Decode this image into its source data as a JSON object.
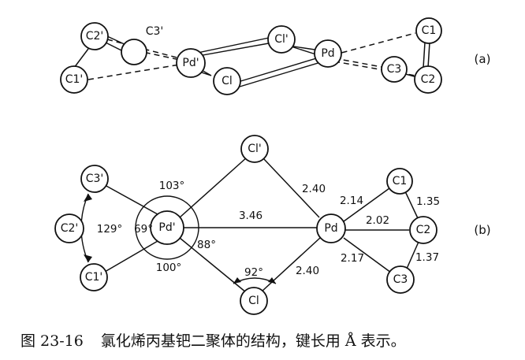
{
  "caption": {
    "figure_number": "图 23-16",
    "text": "氯化烯丙基钯二聚体的结构，键长用 Å 表示。"
  },
  "panel_a": {
    "tag": "(a)",
    "atoms": {
      "c2p": "C2'",
      "c1p": "C1'",
      "c3p": "C3'",
      "pdp": "Pd'",
      "cl": "Cl",
      "clp": "Cl'",
      "pd": "Pd",
      "c1": "C1",
      "c3": "C3",
      "c2": "C2"
    }
  },
  "panel_b": {
    "tag": "(b)",
    "atoms": {
      "c3p": "C3'",
      "c2p": "C2'",
      "c1p": "C1'",
      "pdp": "Pd'",
      "clp": "Cl'",
      "cl": "Cl",
      "pd": "Pd",
      "c1": "C1",
      "c2": "C2",
      "c3": "C3"
    },
    "bond_lengths": {
      "pd_clp": "2.40",
      "pd_cl": "2.40",
      "pd_pdp": "3.46",
      "pd_c1": "2.14",
      "pd_c2": "2.02",
      "pd_c3": "2.17",
      "c1_c2": "1.35",
      "c2_c3": "1.37"
    },
    "angles": {
      "top": "103°",
      "left_inner": "69°",
      "allyl": "129°",
      "right": "88°",
      "bottom": "100°",
      "cl": "92°"
    }
  }
}
